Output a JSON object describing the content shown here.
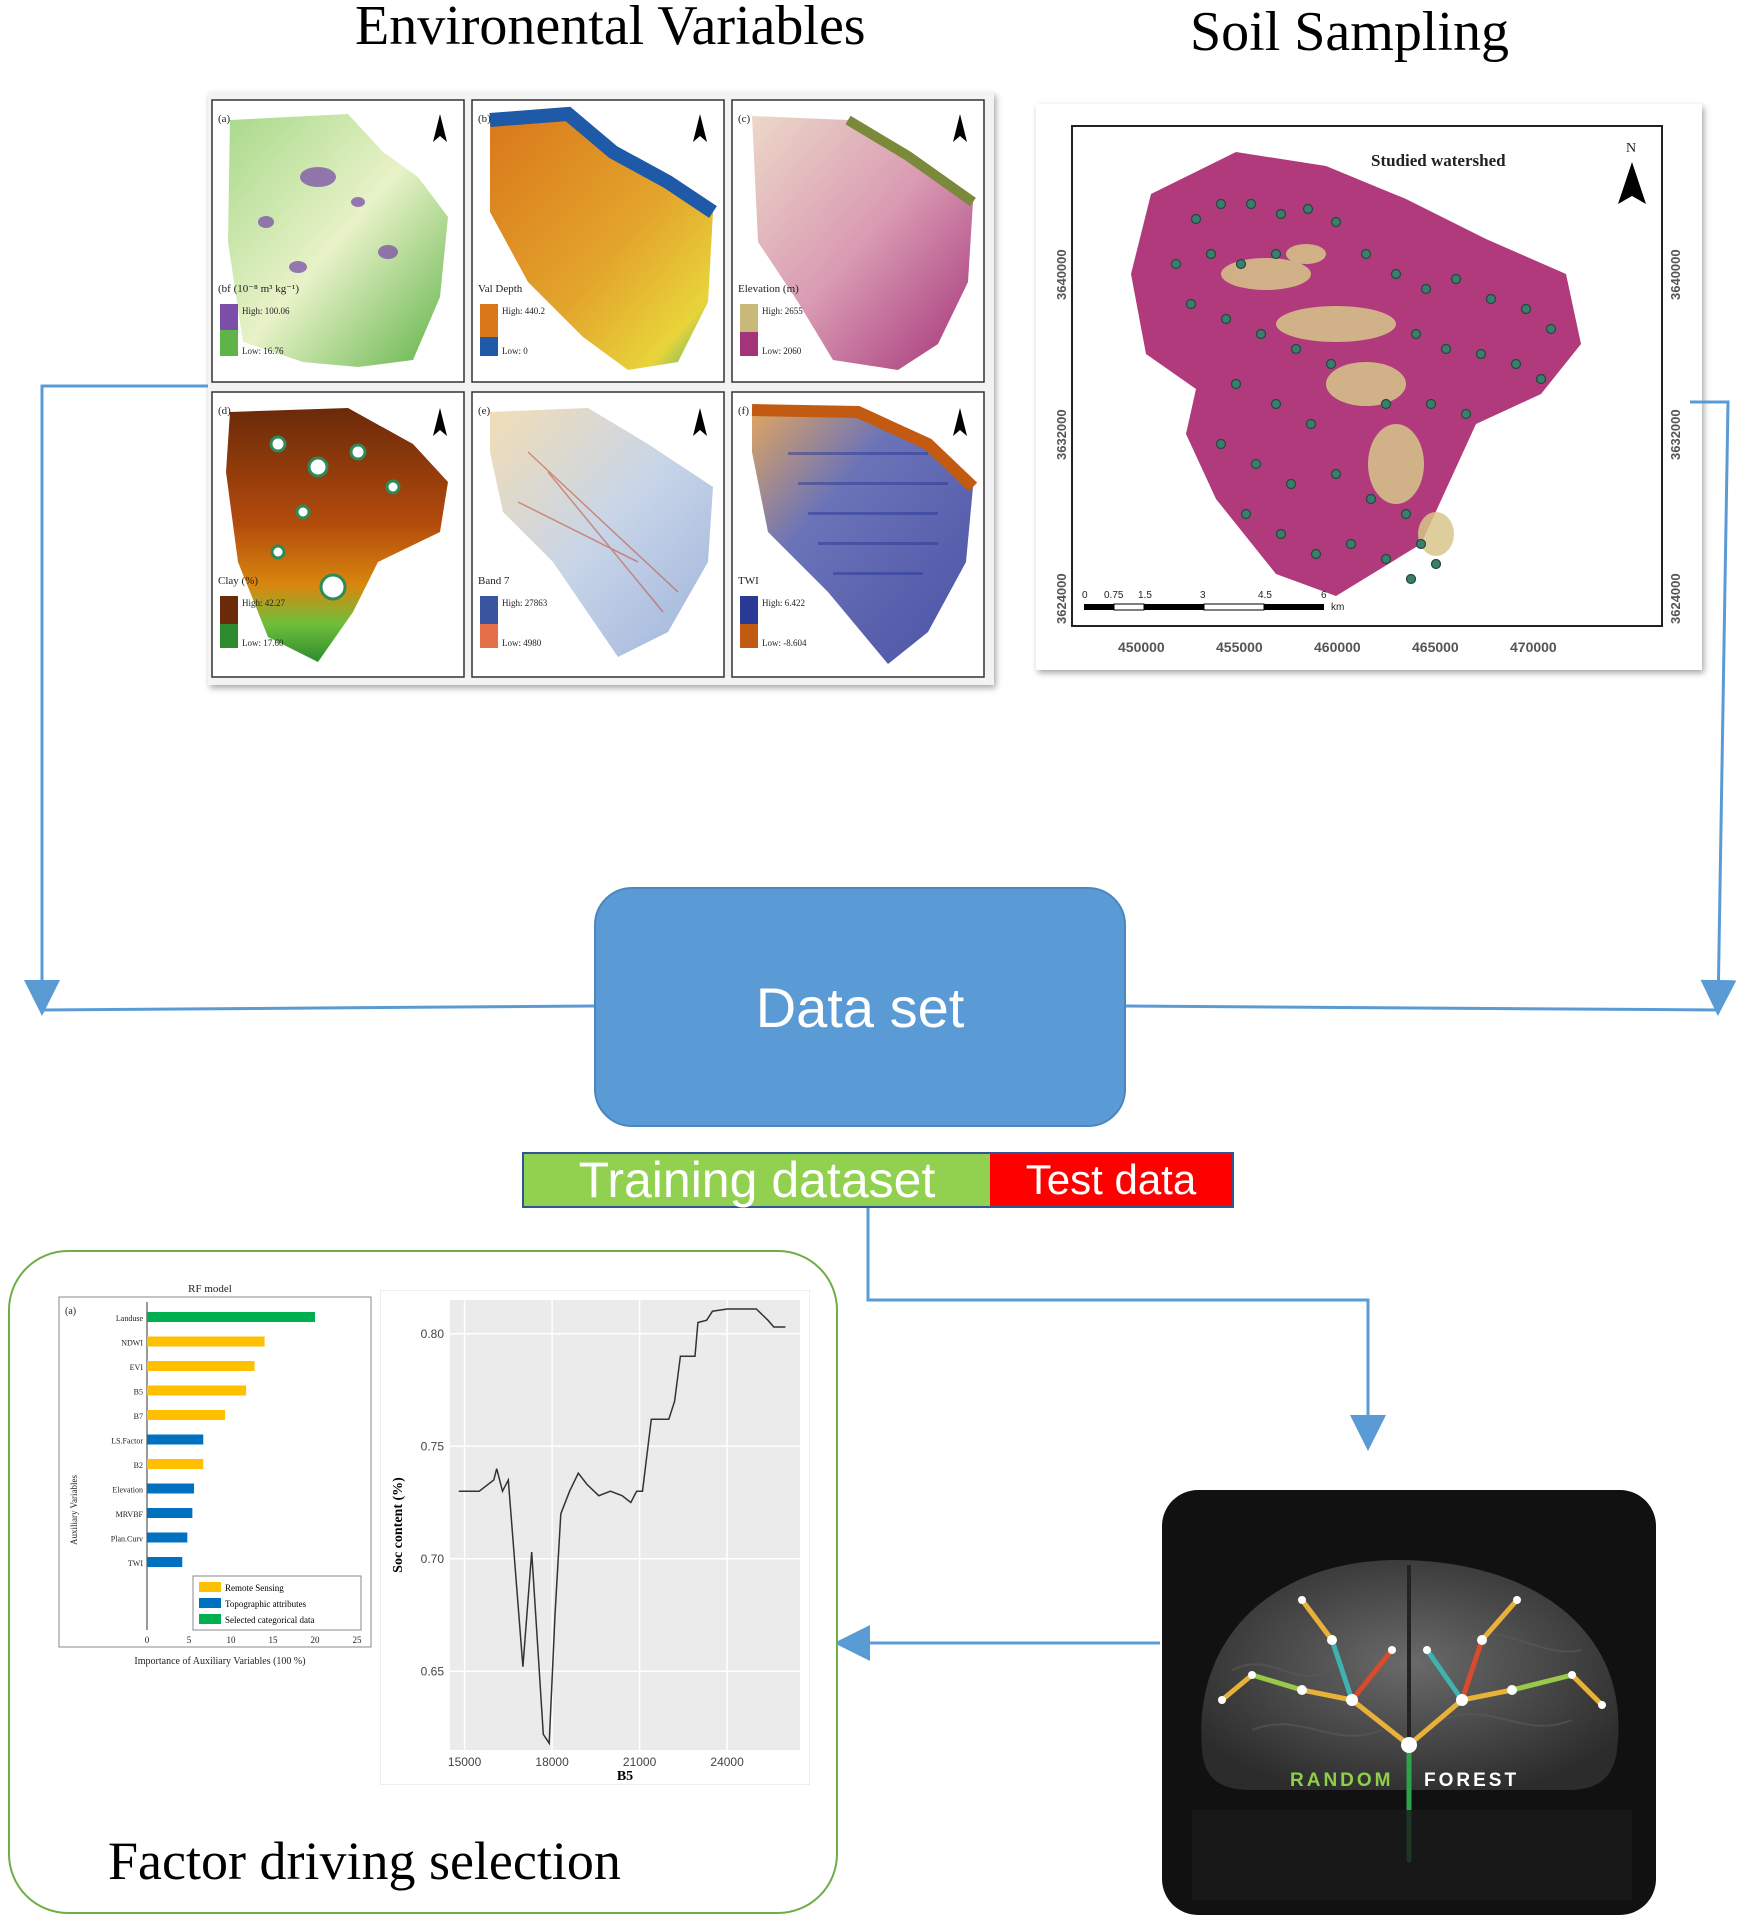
{
  "titles": {
    "env": "Environental Variables",
    "soil": "Soil Sampling",
    "factor": "Factor driving selection"
  },
  "env_maps": {
    "panel_a": {
      "tag": "(a)",
      "label": "(bf (10⁻⁸ m³ kg⁻¹)",
      "high": "High: 100.06",
      "low": "Low: 16.76"
    },
    "panel_b": {
      "tag": "(b)",
      "label": "Val Depth",
      "high": "High: 440.2",
      "low": "Low: 0"
    },
    "panel_c": {
      "tag": "(c)",
      "label": "Elevation (m)",
      "high": "High: 2655",
      "low": "Low: 2060"
    },
    "panel_d": {
      "tag": "(d)",
      "label": "Clay (%)",
      "high": "High: 42.27",
      "low": "Low: 17.60"
    },
    "panel_e": {
      "tag": "(e)",
      "label": "Band 7",
      "high": "High: 27863",
      "low": "Low: 4980"
    },
    "panel_f": {
      "tag": "(f)",
      "label": "TWI",
      "high": "High: 6.422",
      "low": "Low: -8.604"
    }
  },
  "soil_map": {
    "title": "Studied watershed",
    "north": "N",
    "x_ticks": [
      "450000",
      "455000",
      "460000",
      "465000",
      "470000"
    ],
    "y_ticks": [
      "3624000",
      "3632000",
      "3640000"
    ],
    "scale_labels": [
      "0",
      "0.75",
      "1.5",
      "3",
      "4.5",
      "6"
    ],
    "scale_unit": "km"
  },
  "dataset": {
    "label": "Data set",
    "train_label": "Training dataset",
    "test_label": "Test data"
  },
  "rf_image": {
    "word1": "RANDOM",
    "word2": "FOREST"
  },
  "colors": {
    "arrow": "#5b9bd5",
    "dataset_fill": "#5b9bd5",
    "train_fill": "#92d050",
    "test_fill": "#ff0000",
    "panel_border": "#70ad47",
    "rs_bar": "#ffc000",
    "topo_bar": "#0070c0",
    "cat_bar": "#00b050"
  },
  "chart_data": [
    {
      "type": "bar",
      "title": "RF model",
      "panel_tag": "(a)",
      "xlabel": "Importance of Auxiliary Variables (100 %)",
      "ylabel": "Auxiliary Variables",
      "xlim": [
        0,
        25
      ],
      "x_ticks": [
        "0",
        "5",
        "10",
        "15",
        "20",
        "25"
      ],
      "categories": [
        "Landuse",
        "NDWI",
        "EVI",
        "B5",
        "B7",
        "LS.Factor",
        "B2",
        "Elevation",
        "MRVBF",
        "Plan.Curv",
        "TWI"
      ],
      "values": [
        20,
        14,
        12.8,
        11.8,
        9.3,
        6.7,
        6.7,
        5.6,
        5.4,
        4.8,
        4.2
      ],
      "groups": [
        "cat",
        "rs",
        "rs",
        "rs",
        "rs",
        "topo",
        "rs",
        "topo",
        "topo",
        "topo",
        "topo"
      ],
      "legend": [
        "Remote Sensing",
        "Topographic attributes",
        "Selected categorical data"
      ],
      "legend_position": "bottom-right"
    },
    {
      "type": "line",
      "xlabel": "B5",
      "ylabel": "Soc content (%)",
      "xlim": [
        14500,
        26500
      ],
      "ylim": [
        0.615,
        0.815
      ],
      "x_ticks": [
        15000,
        18000,
        21000,
        24000
      ],
      "y_ticks": [
        0.65,
        0.7,
        0.75,
        0.8
      ],
      "x": [
        14800,
        15500,
        16000,
        16100,
        16300,
        16500,
        17000,
        17300,
        17700,
        17900,
        18100,
        18300,
        18600,
        18900,
        19200,
        19600,
        20000,
        20400,
        20700,
        20900,
        21100,
        21400,
        21800,
        22000,
        22200,
        22400,
        22900,
        23000,
        23300,
        23500,
        24000,
        25000,
        25400,
        25600,
        26000
      ],
      "y": [
        0.73,
        0.73,
        0.735,
        0.74,
        0.73,
        0.735,
        0.652,
        0.703,
        0.622,
        0.618,
        0.675,
        0.72,
        0.73,
        0.738,
        0.733,
        0.728,
        0.73,
        0.728,
        0.725,
        0.73,
        0.73,
        0.762,
        0.762,
        0.762,
        0.77,
        0.79,
        0.79,
        0.805,
        0.806,
        0.81,
        0.811,
        0.811,
        0.806,
        0.803,
        0.803
      ]
    }
  ]
}
